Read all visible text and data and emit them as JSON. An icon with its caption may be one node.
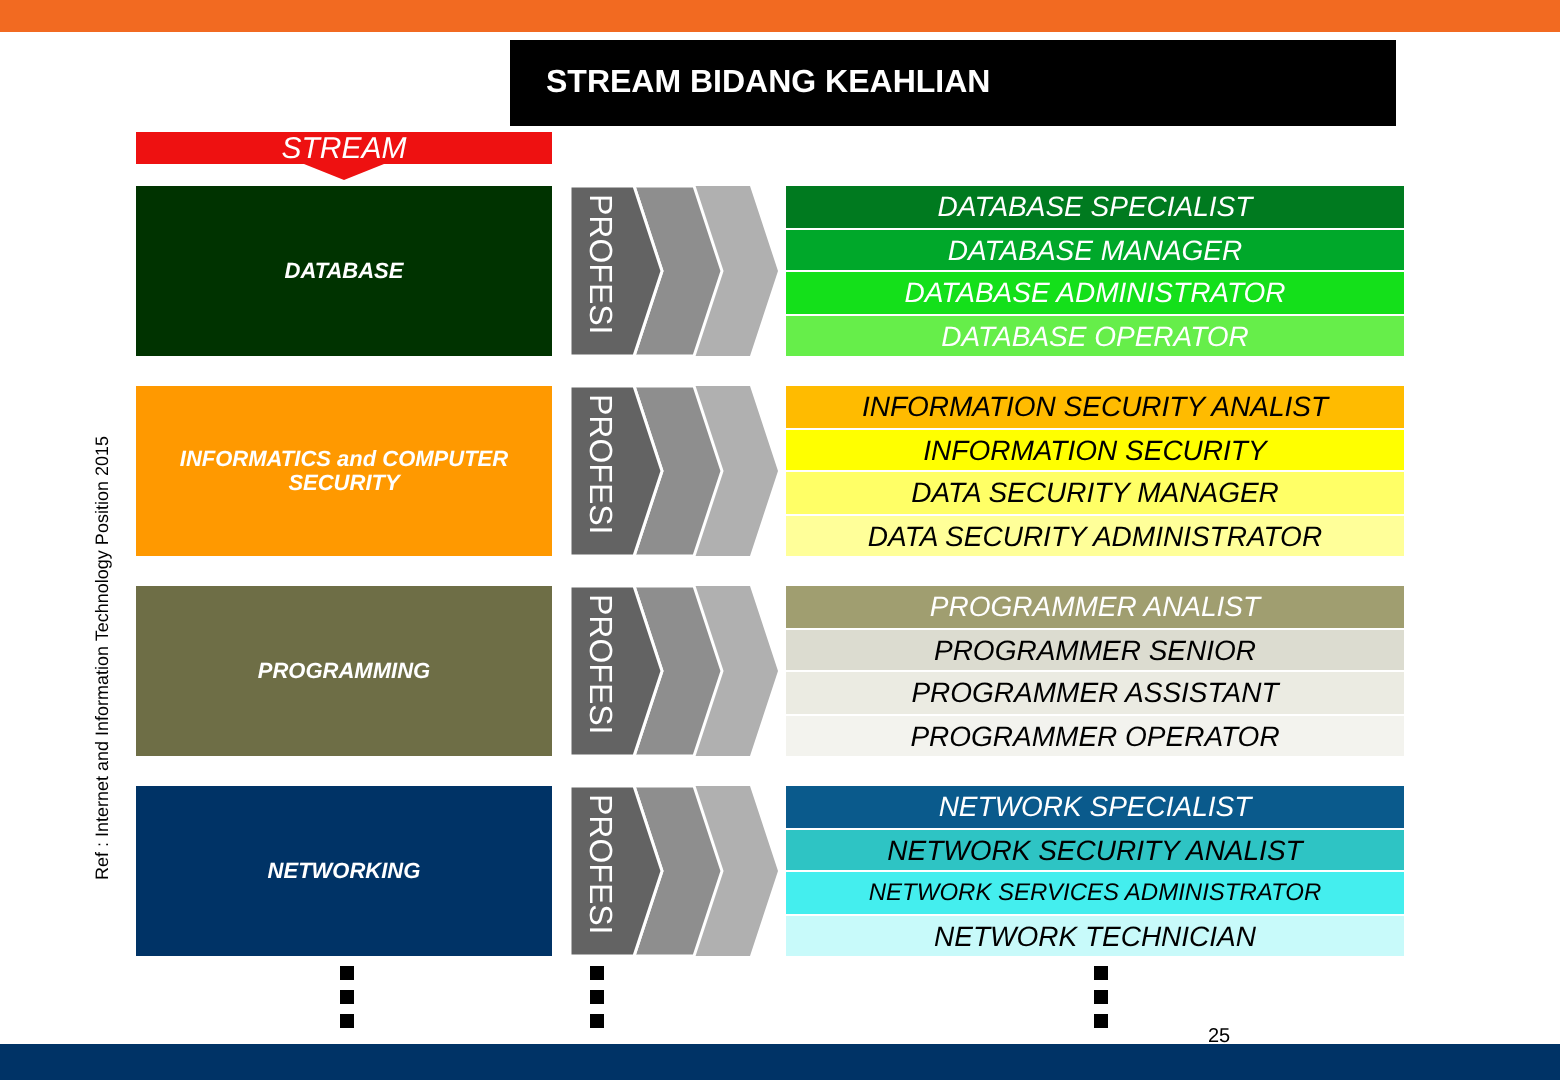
{
  "diagram": {
    "title": "STREAM BIDANG KEAHLIAN",
    "nodes": [
      {
        "text": [],
        "shape": "bar"
      },
      {
        "text": [
          "STREAM"
        ]
      },
      {
        "text": [
          "DATABASE"
        ]
      },
      {
        "text": [
          "PROFESI"
        ]
      },
      {
        "text": [
          "DATABASE SPECIALIST"
        ]
      },
      {
        "text": [
          "DATABASE MANAGER"
        ]
      },
      {
        "text": [
          "DATABASE ADMINISTRATOR"
        ]
      },
      {
        "text": [
          "DATABASE OPERATOR"
        ]
      },
      {
        "text": [
          "INFORMATICS and COMPUTER SECURITY"
        ]
      },
      {
        "text": [
          "PROFESI"
        ]
      },
      {
        "text": [
          "INFORMATION SECURITY ANALIST"
        ]
      },
      {
        "text": [
          "INFORMATION SECURITY"
        ]
      },
      {
        "text": [
          "DATA SECURITY MANAGER"
        ]
      },
      {
        "text": [
          "DATA SECURITY ADMINISTRATOR"
        ]
      },
      {
        "text": [
          "PROGRAMMING"
        ]
      },
      {
        "text": [
          "PROFESI"
        ]
      },
      {
        "text": [
          "PROGRAMMER ANALIST"
        ]
      },
      {
        "text": [
          "PROGRAMMER SENIOR"
        ]
      },
      {
        "text": [
          "PROGRAMMER ASSISTANT"
        ]
      },
      {
        "text": [
          "PROGRAMMER OPERATOR"
        ]
      },
      {
        "text": [
          "NETWORKING"
        ]
      },
      {
        "text": [
          "PROFESI"
        ]
      },
      {
        "text": [
          "NETWORK SPECIALIST"
        ]
      },
      {
        "text": [
          "NETWORK SECURITY ANALIST"
        ]
      },
      {
        "text": [
          "NETWORK SERVICES ADMINISTRATOR"
        ]
      },
      {
        "text": [
          "NETWORK TECHNICIAN"
        ]
      },
      {
        "text": [],
        "shape": "bar"
      }
    ],
    "labels": [
      "Ref : Internet and Information Technology Position 2015",
      "25"
    ]
  }
}
